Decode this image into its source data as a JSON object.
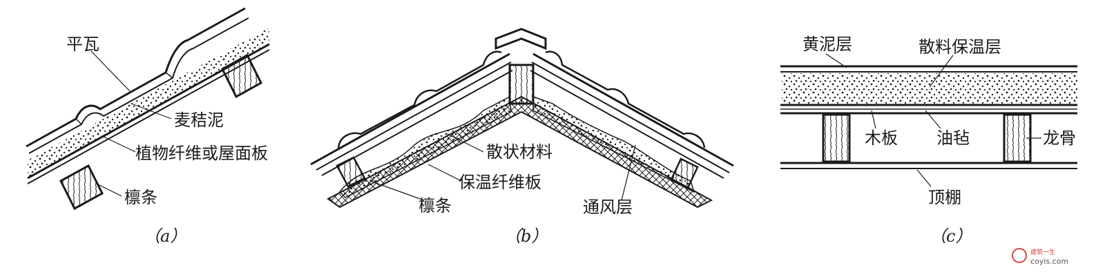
{
  "panel_a": {
    "labels": {
      "tile": "平瓦",
      "straw_mud": "麦秸泥",
      "fiber_board": "植物纤维或屋面板",
      "purlin": "檩条"
    },
    "caption": "（a）"
  },
  "panel_b": {
    "labels": {
      "loose_material": "散状材料",
      "insulation_board": "保温纤维板",
      "purlin": "檩条",
      "vent_layer": "通风层"
    },
    "caption": "（b）"
  },
  "panel_c": {
    "labels": {
      "clay_layer": "黄泥层",
      "loose_insulation": "散料保温层",
      "wood_board": "木板",
      "felt": "油毡",
      "joist": "龙骨",
      "ceiling": "顶棚"
    },
    "caption": "（c）"
  },
  "watermark": {
    "line1": "建筑一生",
    "line2": "coyis.com",
    "color": "#d44444"
  }
}
